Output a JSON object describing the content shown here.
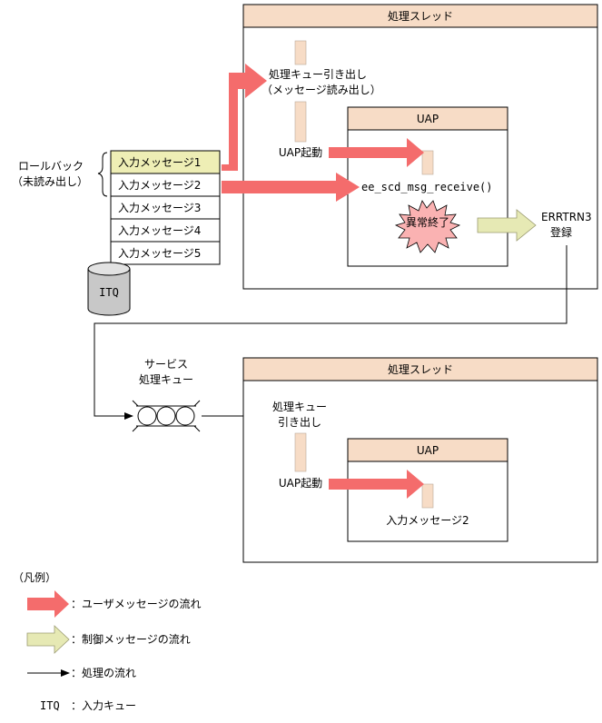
{
  "colors": {
    "header_fill": "#f7dcc6",
    "user_arrow": "#f46c6c",
    "control_arrow": "#e6e9b4",
    "highlight_queue": "#eeeeb5",
    "abend_star": "#fab2b2",
    "small_rect": "#f7dcc6",
    "disk_fill": "#c8c8c8"
  },
  "top_thread": {
    "title": "処理スレッド",
    "dequeue_line1": "処理キュー引き出し",
    "dequeue_line2": "（メッセージ読み出し）",
    "uap_title": "UAP",
    "uap_start": "UAP起動",
    "receive_call": "ee_scd_msg_receive()",
    "abend": "異常終了"
  },
  "errrtn": {
    "line1": "ERRTRN3",
    "line2": "登録"
  },
  "rollback": {
    "line1": "ロールバック",
    "line2": "（未読み出し）"
  },
  "queue_items": [
    "入力メッセージ1",
    "入力メッセージ2",
    "入力メッセージ3",
    "入力メッセージ4",
    "入力メッセージ5"
  ],
  "itq_label": "ITQ",
  "service_queue": {
    "line1": "サービス",
    "line2": "処理キュー"
  },
  "bottom_thread": {
    "title": "処理スレッド",
    "dequeue_line1": "処理キュー",
    "dequeue_line2": "引き出し",
    "uap_title": "UAP",
    "uap_start": "UAP起動",
    "message": "入力メッセージ2"
  },
  "legend": {
    "title": "（凡例）",
    "user_flow": "：ユーザメッセージの流れ",
    "control_flow": "：制御メッセージの流れ",
    "process_flow": "：処理の流れ",
    "itq_abbr": "ITQ",
    "itq_desc": "：入力キュー"
  }
}
